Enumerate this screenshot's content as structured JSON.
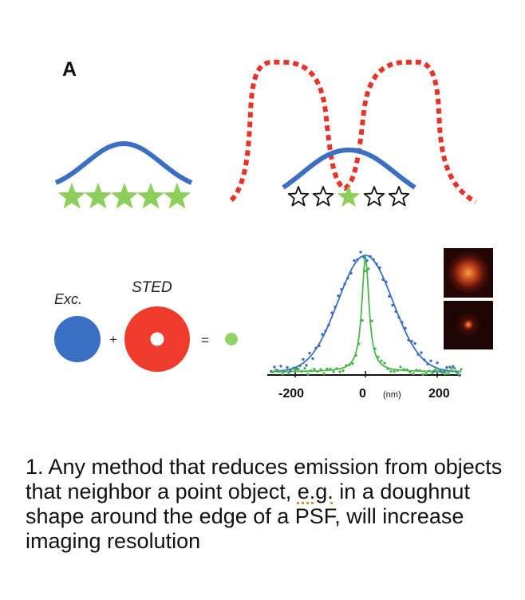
{
  "panel_label": "A",
  "labels": {
    "exc": "Exc.",
    "sted": "STED",
    "plus": "+",
    "equals": "="
  },
  "plot": {
    "ticks": [
      "-200",
      "0",
      "200"
    ],
    "unit": "(nm)"
  },
  "colors": {
    "blue": "#3a6fc4",
    "red_dashed": "#e8332a",
    "star_green": "#8dcf5a",
    "sted_red": "#ee3b2c",
    "green_line": "#4db64d",
    "small_dot": "#94d36a"
  },
  "caption": {
    "before": "1. Any method that reduces emission from objects that neighbor a point object, ",
    "eg": "e.g.",
    "after": " in a doughnut shape around the edge of a PSF, will increase imaging resolution"
  }
}
